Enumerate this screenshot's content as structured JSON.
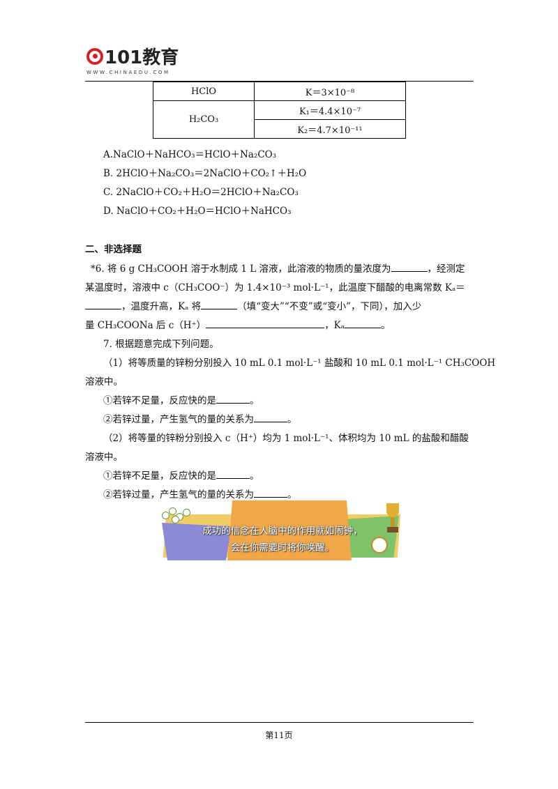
{
  "header": {
    "logo_text": "101教育",
    "logo_subtitle": "WWW.CHINAEDU.COM"
  },
  "table": {
    "rows": [
      {
        "acid": "HClO",
        "constant": "K＝3×10⁻⁸"
      },
      {
        "acid": "H₂CO₃",
        "constant": "K₁＝4.4×10⁻⁷"
      },
      {
        "acid": "",
        "constant": "K₂＝4.7×10⁻¹¹"
      }
    ]
  },
  "options": {
    "a": "A.NaClO＋NaHCO₃＝HClO＋Na₂CO₃",
    "b": "B. 2HClO＋Na₂CO₃＝2NaClO＋CO₂↑＋H₂O",
    "c": "C. 2NaClO＋CO₂＋H₂O＝2HClO＋Na₂CO₃",
    "d": "D. NaClO＋CO₂＋H₂O＝HClO＋NaHCO₃"
  },
  "section": {
    "title": "二、非选择题"
  },
  "q6": {
    "l1a": "*6. 将 6 g CH₃COOH 溶于水制成 1 L 溶液，此溶液的物质的量浓度为",
    "l1b": "，经测定",
    "l2": "某温度时，溶液中 c（CH₃COO⁻）为 1.4×10⁻³ mol·L⁻¹，此温度下醋酸的电离常数 Kₐ＝",
    "l3": "，温度升高，Kₐ 将",
    "l3b": "（填“变大”“不变”或“变小”，下同），加入少",
    "l4a": "量 CH₃COONa 后 c（H⁺）",
    "l4b": "，Kₐ",
    "l4c": "。"
  },
  "q7": {
    "title": "7. 根据题意完成下列问题。",
    "p1a": "（1）将等质量的锌粉分别投入 10 mL 0.1 mol·L⁻¹ 盐酸和 10 mL 0.1 mol·L⁻¹ CH₃COOH",
    "p1b": "溶液中。",
    "p1q1": "①若锌不足量，反应快的是",
    "p1q2": "②若锌过量，产生氢气的量的关系为",
    "p2a": "（2）将等量的锌粉分别投入 c（H⁺）均为 1 mol·L⁻¹、体积均为 10 mL 的盐酸和醋酸",
    "p2b": "溶液中。",
    "p2q1": "①若锌不足量，反应快的是",
    "p2q2": "②若锌过量，产生氢气的量的关系为",
    "period": "。"
  },
  "banner": {
    "line1": "成功的信念在人脑中的作用就如闹钟，",
    "line2": "会在你需要时将你唤醒。"
  },
  "footer": {
    "page": "第11页"
  }
}
